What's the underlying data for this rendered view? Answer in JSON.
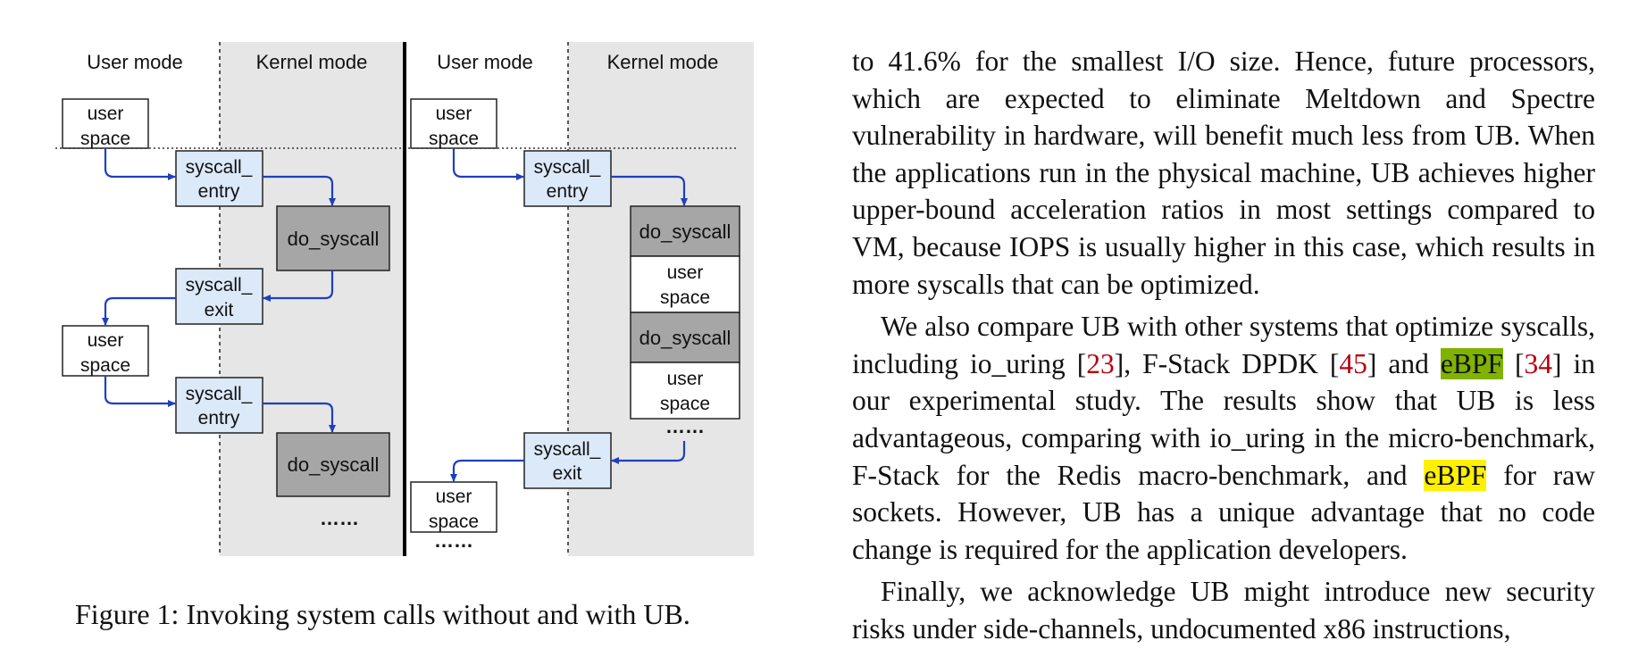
{
  "figure": {
    "left_panel": {
      "user_mode_label": "User mode",
      "kernel_mode_label": "Kernel mode",
      "user_space_1": [
        "user",
        "space"
      ],
      "syscall_entry_1": [
        "syscall_",
        "entry"
      ],
      "do_syscall_1": "do_syscall",
      "syscall_exit": [
        "syscall_",
        "exit"
      ],
      "user_space_2": [
        "user",
        "space"
      ],
      "syscall_entry_2": [
        "syscall_",
        "entry"
      ],
      "do_syscall_2": "do_syscall",
      "ellipsis": "……"
    },
    "right_panel": {
      "user_mode_label": "User mode",
      "kernel_mode_label": "Kernel mode",
      "user_space_1": [
        "user",
        "space"
      ],
      "syscall_entry": [
        "syscall_",
        "entry"
      ],
      "stack": {
        "do_syscall_1": "do_syscall",
        "user_space_a": [
          "user",
          "space"
        ],
        "do_syscall_2": "do_syscall",
        "user_space_b": [
          "user",
          "space"
        ]
      },
      "stack_ellipsis": "……",
      "syscall_exit": [
        "syscall_",
        "exit"
      ],
      "user_space_2": [
        "user",
        "space"
      ],
      "bottom_ellipsis": "……"
    },
    "colors": {
      "kernel_bg": "#e6e6e6",
      "syscall_box": "#dbe9f9",
      "do_syscall_box": "#a6a6a6",
      "arrow": "#1f3fbf"
    },
    "caption": "Figure 1: Invoking system calls without and with UB."
  },
  "body": {
    "p1": "to 41.6% for the smallest I/O size. Hence, future processors, which are expected to eliminate Meltdown and Spectre vulnerability in hardware, will benefit much less from UB. When the applications run in the physical machine, UB achieves higher upper-bound acceleration ratios in most settings compared to VM, because IOPS is usually higher in this case, which results in more syscalls that can be optimized.",
    "p2": {
      "t1": "We also compare UB with other systems that optimize syscalls, including io_uring [",
      "c1": "23",
      "t2": "], F-Stack DPDK [",
      "c2": "45",
      "t3": "] and ",
      "h1": "eBPF",
      "t4": " [",
      "c3": "34",
      "t5": "] in our experimental study. The results show that UB is less advantageous, comparing with io_uring in the micro-benchmark, F-Stack for the Redis macro-benchmark, and ",
      "h2": "eBPF",
      "t6": " for raw sockets. However, UB has a unique advantage that no code change is required for the application developers."
    },
    "p3": "Finally, we acknowledge UB might introduce new security risks under side-channels, undocumented x86 instructions,"
  }
}
